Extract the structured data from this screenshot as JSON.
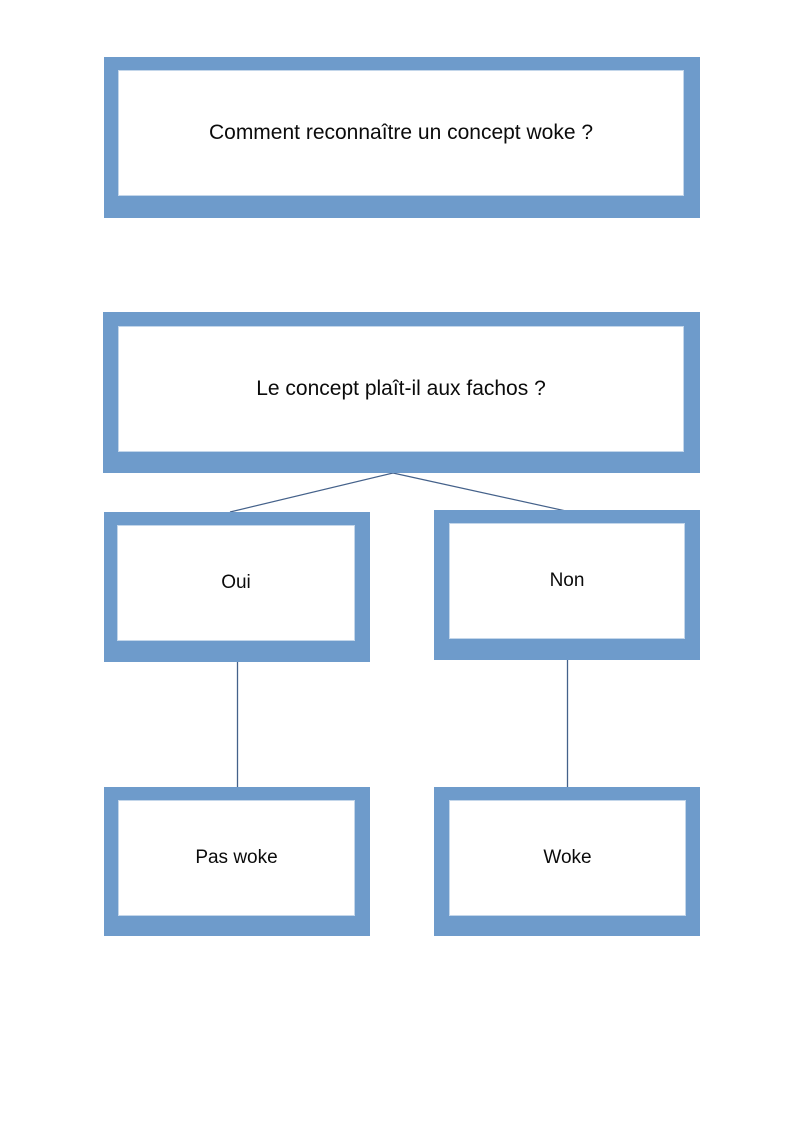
{
  "diagram": {
    "title_node": {
      "text": "Comment reconnaître un concept woke ?"
    },
    "question_node": {
      "text": "Le concept plaît-il aux fachos ?"
    },
    "branch_yes": {
      "text": "Oui"
    },
    "branch_no": {
      "text": "Non"
    },
    "outcome_not_woke": {
      "text": "Pas woke"
    },
    "outcome_woke": {
      "text": "Woke"
    },
    "colors": {
      "box_frame": "#6E9BCB",
      "box_fill": "#ffffff",
      "inner_outline": "#c3d6ea",
      "connector": "#44618a",
      "text": "#0b0b0b",
      "page_background": "#ffffff"
    }
  }
}
